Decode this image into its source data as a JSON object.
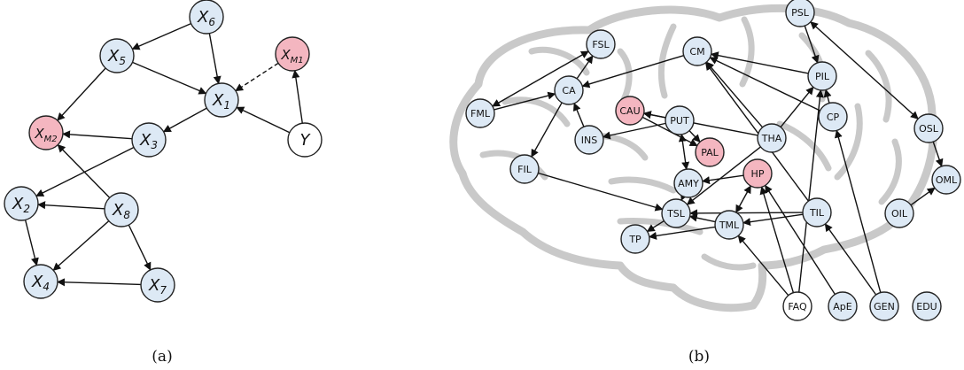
{
  "colors": {
    "blue_node": "#dde9f5",
    "red_node": "#f4b6c0",
    "white_node": "#ffffff",
    "edge": "#111111",
    "brain": "#c9c9c9"
  },
  "panel_a": {
    "caption": "(a)",
    "nodes": [
      {
        "id": "X6",
        "base": "X",
        "sub": "6",
        "color": "blue"
      },
      {
        "id": "X5",
        "base": "X",
        "sub": "5",
        "color": "blue"
      },
      {
        "id": "XM1",
        "base": "X",
        "sub": "M1",
        "color": "red"
      },
      {
        "id": "X1",
        "base": "X",
        "sub": "1",
        "color": "blue"
      },
      {
        "id": "XM2",
        "base": "X",
        "sub": "M2",
        "color": "red"
      },
      {
        "id": "X3",
        "base": "X",
        "sub": "3",
        "color": "blue"
      },
      {
        "id": "Y",
        "base": "Y",
        "sub": "",
        "color": "white"
      },
      {
        "id": "X2",
        "base": "X",
        "sub": "2",
        "color": "blue"
      },
      {
        "id": "X8",
        "base": "X",
        "sub": "8",
        "color": "blue"
      },
      {
        "id": "X4",
        "base": "X",
        "sub": "4",
        "color": "blue"
      },
      {
        "id": "X7",
        "base": "X",
        "sub": "7",
        "color": "blue"
      }
    ],
    "edges": [
      {
        "from": "X6",
        "to": "X5"
      },
      {
        "from": "X6",
        "to": "X1"
      },
      {
        "from": "X5",
        "to": "X1"
      },
      {
        "from": "X5",
        "to": "XM2"
      },
      {
        "from": "XM1",
        "to": "X1",
        "dashed": true
      },
      {
        "from": "Y",
        "to": "XM1"
      },
      {
        "from": "Y",
        "to": "X1"
      },
      {
        "from": "X1",
        "to": "X3"
      },
      {
        "from": "X3",
        "to": "XM2"
      },
      {
        "from": "X3",
        "to": "X2"
      },
      {
        "from": "X8",
        "to": "XM2"
      },
      {
        "from": "X8",
        "to": "X2"
      },
      {
        "from": "X8",
        "to": "X4"
      },
      {
        "from": "X8",
        "to": "X7"
      },
      {
        "from": "X2",
        "to": "X4"
      },
      {
        "from": "X7",
        "to": "X4"
      }
    ]
  },
  "panel_b": {
    "caption": "(b)",
    "nodes": [
      {
        "id": "FSL",
        "label": "FSL",
        "color": "blue"
      },
      {
        "id": "PSL",
        "label": "PSL",
        "color": "blue"
      },
      {
        "id": "CM",
        "label": "CM",
        "color": "blue"
      },
      {
        "id": "PIL",
        "label": "PIL",
        "color": "blue"
      },
      {
        "id": "CA",
        "label": "CA",
        "color": "blue"
      },
      {
        "id": "FML",
        "label": "FML",
        "color": "blue"
      },
      {
        "id": "CAU",
        "label": "CAU",
        "color": "red"
      },
      {
        "id": "PUT",
        "label": "PUT",
        "color": "blue"
      },
      {
        "id": "CP",
        "label": "CP",
        "color": "blue"
      },
      {
        "id": "OSL",
        "label": "OSL",
        "color": "blue"
      },
      {
        "id": "INS",
        "label": "INS",
        "color": "blue"
      },
      {
        "id": "THA",
        "label": "THA",
        "color": "blue"
      },
      {
        "id": "PAL",
        "label": "PAL",
        "color": "red"
      },
      {
        "id": "FIL",
        "label": "FIL",
        "color": "blue"
      },
      {
        "id": "HP",
        "label": "HP",
        "color": "red"
      },
      {
        "id": "AMY",
        "label": "AMY",
        "color": "blue"
      },
      {
        "id": "OML",
        "label": "OML",
        "color": "blue"
      },
      {
        "id": "TSL",
        "label": "TSL",
        "color": "blue"
      },
      {
        "id": "TML",
        "label": "TML",
        "color": "blue"
      },
      {
        "id": "TIL",
        "label": "TIL",
        "color": "blue"
      },
      {
        "id": "OIL",
        "label": "OIL",
        "color": "blue"
      },
      {
        "id": "TP",
        "label": "TP",
        "color": "blue"
      },
      {
        "id": "FAQ",
        "label": "FAQ",
        "color": "white"
      },
      {
        "id": "ApE",
        "label": "ApE",
        "color": "blue"
      },
      {
        "id": "GEN",
        "label": "GEN",
        "color": "blue"
      },
      {
        "id": "EDU",
        "label": "EDU",
        "color": "blue"
      }
    ],
    "edges": [
      {
        "from": "FSL",
        "to": "FML",
        "both": true
      },
      {
        "from": "CA",
        "to": "FSL"
      },
      {
        "from": "FML",
        "to": "CA"
      },
      {
        "from": "CA",
        "to": "FIL"
      },
      {
        "from": "CM",
        "to": "CA"
      },
      {
        "from": "INS",
        "to": "CA"
      },
      {
        "from": "PSL",
        "to": "PIL"
      },
      {
        "from": "PSL",
        "to": "OSL",
        "both": true
      },
      {
        "from": "PIL",
        "to": "CM"
      },
      {
        "from": "CP",
        "to": "CM"
      },
      {
        "from": "CP",
        "to": "PIL"
      },
      {
        "from": "THA",
        "to": "CM"
      },
      {
        "from": "THA",
        "to": "PIL"
      },
      {
        "from": "PUT",
        "to": "CAU"
      },
      {
        "from": "THA",
        "to": "CAU"
      },
      {
        "from": "PUT",
        "to": "INS"
      },
      {
        "from": "PUT",
        "to": "PAL"
      },
      {
        "from": "CAU",
        "to": "PAL"
      },
      {
        "from": "PUT",
        "to": "AMY",
        "both": true
      },
      {
        "from": "THA",
        "to": "TSL"
      },
      {
        "from": "OSL",
        "to": "OML"
      },
      {
        "from": "OIL",
        "to": "OML"
      },
      {
        "from": "TIL",
        "to": "TSL"
      },
      {
        "from": "HP",
        "to": "AMY"
      },
      {
        "from": "HP",
        "to": "TML",
        "both": true
      },
      {
        "from": "AMY",
        "to": "TSL"
      },
      {
        "from": "FIL",
        "to": "TSL"
      },
      {
        "from": "TML",
        "to": "TSL"
      },
      {
        "from": "TSL",
        "to": "TP"
      },
      {
        "from": "TML",
        "to": "TP"
      },
      {
        "from": "TIL",
        "to": "TML"
      },
      {
        "from": "TIL",
        "to": "CM"
      },
      {
        "from": "GEN",
        "to": "CP"
      },
      {
        "from": "GEN",
        "to": "TIL"
      },
      {
        "from": "FAQ",
        "to": "HP"
      },
      {
        "from": "FAQ",
        "to": "TML"
      },
      {
        "from": "ApE",
        "to": "HP"
      },
      {
        "from": "FAQ",
        "to": "PIL"
      }
    ]
  }
}
